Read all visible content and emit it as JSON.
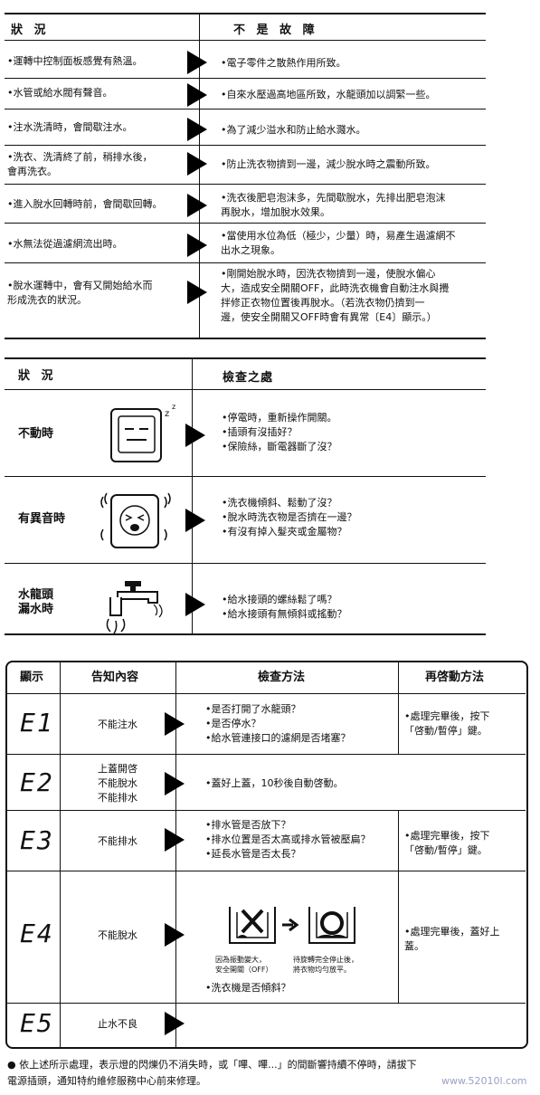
{
  "table1": {
    "col1_header": "狀 況",
    "col2_header": "不 是 故 障",
    "rows": [
      {
        "situation": "•運轉中控制面板感覺有熱溫。",
        "reason": "•電子零件之散熱作用所致。"
      },
      {
        "situation": "•水管或給水閥有聲音。",
        "reason": "•自來水壓過高地區所致，水龍頭加以調緊一些。"
      },
      {
        "situation": "•注水洗清時，會間歇注水。",
        "reason": "•為了減少溢水和防止給水濺水。"
      },
      {
        "situation": "•洗衣、洗清終了前，稍排水後，\n會再洗衣。",
        "reason": "•防止洗衣物擠到一邊，減少脫水時之震動所致。"
      },
      {
        "situation": "•進入脫水回轉時前，會間歇回轉。",
        "reason": "•洗衣後肥皂泡沫多，先間歇脫水，先排出肥皂泡沫\n再脫水，增加脫水效果。"
      },
      {
        "situation": "•水無法從過濾網流出時。",
        "reason": "•當使用水位為低（極少，少量）時，易產生過濾網不\n出水之現象。"
      },
      {
        "situation": "•脫水運轉中，會有又開始給水而\n形成洗衣的狀況。",
        "reason": "•剛開始脫水時，因洗衣物擠到一邊，使脫水偏心\n大，造成安全開關OFF，此時洗衣機會自動注水與攪\n拌修正衣物位置後再脫水。（若洗衣物仍擠到一\n邊，使安全開關又OFF時會有異常〔E4〕顯示。）"
      }
    ]
  },
  "table2": {
    "col1_header": "狀 況",
    "col2_header": "檢查之處",
    "rows": [
      {
        "situation": "不動時",
        "checks": "•停電時，重新操作開關。\n•插頭有沒插好？\n•保險絲，斷電器斷了沒？"
      },
      {
        "situation": "有異音時",
        "checks": "•洗衣機傾斜、鬆動了沒？\n•脫水時洗衣物是否擠在一邊？\n•有沒有掉入髮夾或金屬物？"
      },
      {
        "situation": "水龍頭\n漏水時",
        "checks": "•給水接頭的螺絲鬆了嗎？\n•給水接頭有無傾斜或搖動？"
      }
    ]
  },
  "table3": {
    "headers": {
      "display": "顯示",
      "notice": "告知內容",
      "method": "檢查方法",
      "restart": "再啓動方法"
    },
    "rows": [
      {
        "code": "E1",
        "notice": "不能注水",
        "method": "•是否打開了水龍頭？\n•是否停水？\n•給水管連接口的濾網是否堵塞？",
        "restart": "•處理完畢後，按下\n「啓動/暫停」鍵。"
      },
      {
        "code": "E2",
        "notice": "上蓋開啓\n不能脫水\n不能排水",
        "method": "•蓋好上蓋，10秒後自動啓動。",
        "restart": ""
      },
      {
        "code": "E3",
        "notice": "不能排水",
        "method": "•排水管是否放下？\n•排水位置是否太高或排水管被壓扁？\n•延長水管是否太長？",
        "restart": "•處理完畢後，按下\n「啓動/暫停」鍵。"
      },
      {
        "code": "E4",
        "notice": "不能脫水",
        "method": "•洗衣機是否傾斜？",
        "restart": "•處理完畢後，蓋好上\n蓋。"
      },
      {
        "code": "E5",
        "notice": "止水不良",
        "method": "",
        "restart": ""
      }
    ],
    "e4_caption_left": "因為振動變大，\n安全開關（OFF）",
    "e4_caption_right": "待旋轉完全停止後，\n將衣物均勻放平。"
  },
  "footer": "● 依上述所示處理，表示燈的閃爍仍不消失時，或「嗶、嗶...」的間斷響持續不停時，請拔下\n電源插頭，通知特約維修服務中心前來修理。",
  "watermark": "www.52010l.com",
  "colors": {
    "ink": "#111111",
    "watermark": "#9aa0c8"
  }
}
